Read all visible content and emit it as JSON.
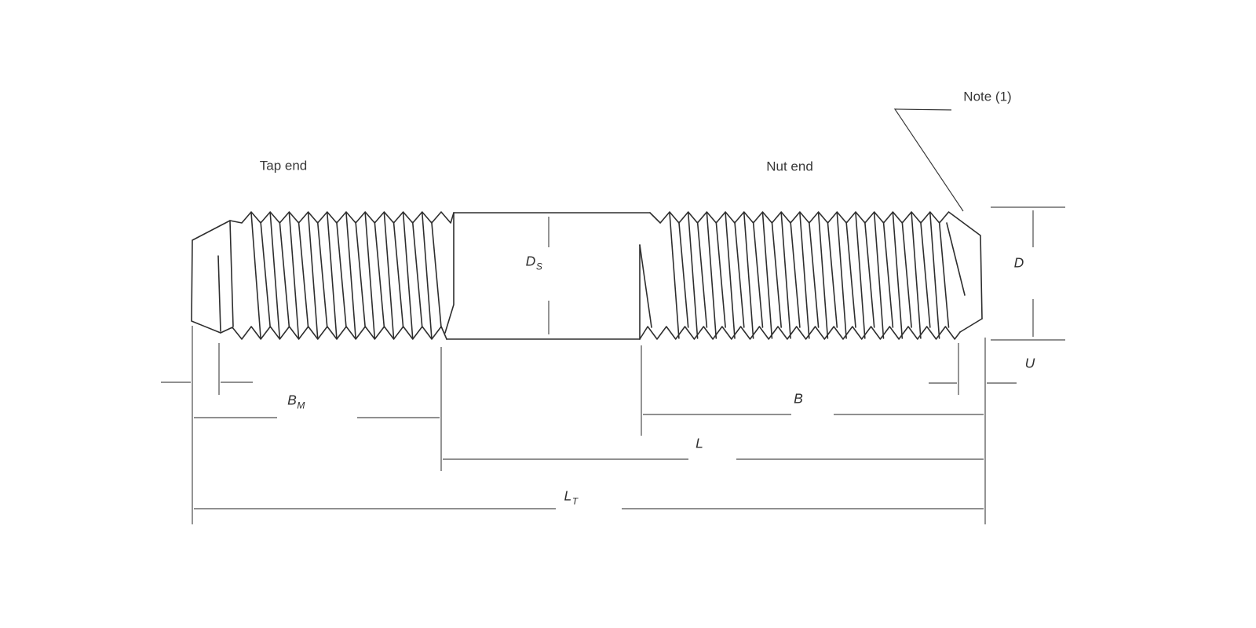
{
  "figure": {
    "type": "engineering-drawing",
    "subject": "double-end stud",
    "labels": {
      "tap_end": "Tap end",
      "nut_end": "Nut end",
      "note": "Note (1)"
    },
    "dimensions": {
      "shank_diameter": {
        "symbol": "D",
        "subscript": "S"
      },
      "major_diameter": {
        "symbol": "D",
        "subscript": ""
      },
      "point_length": {
        "symbol": "U",
        "subscript": ""
      },
      "tap_end_thread_length": {
        "symbol": "B",
        "subscript": "M"
      },
      "nut_end_thread_length": {
        "symbol": "B",
        "subscript": ""
      },
      "stud_length": {
        "symbol": "L",
        "subscript": ""
      },
      "overall_length": {
        "symbol": "L",
        "subscript": "T"
      }
    },
    "colors": {
      "line": "#2e2e2e",
      "dim_line": "#4d4d4d",
      "arrow_fill": "#1d1d1d",
      "text": "#383838",
      "background": "#ffffff"
    }
  }
}
